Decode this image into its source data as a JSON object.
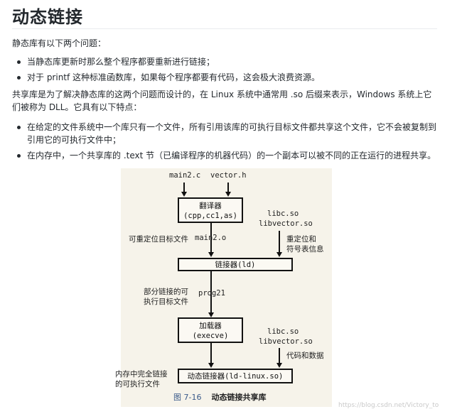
{
  "title": "动态链接",
  "intro": "静态库有以下两个问题：",
  "static_problems": [
    "当静态库更新时那么整个程序都要重新进行链接；",
    "对于 printf 这种标准函数库，如果每个程序都要有代码，这会极大浪费资源。"
  ],
  "shared_intro": "共享库是为了解决静态库的这两个问题而设计的，在 Linux 系统中通常用 .so 后缀来表示，Windows 系统上它们被称为 DLL。它具有以下特点：",
  "shared_features": [
    "在给定的文件系统中一个库只有一个文件，所有引用该库的可执行目标文件都共享这个文件，它不会被复制到引用它的可执行文件中；",
    "在内存中，一个共享库的 .text 节（已编译程序的机器代码）的一个副本可以被不同的正在运行的进程共享。"
  ],
  "figure": {
    "input_main": "main2.c",
    "input_header": "vector.h",
    "translator_label": "翻译器",
    "translator_tools": "(cpp,cc1,as)",
    "libs_top_1": "libc.so",
    "libs_top_2": "libvector.so",
    "relocatable_label": "可重定位目标文件",
    "relocatable_file": "main2.o",
    "reloc_info_1": "重定位和",
    "reloc_info_2": "符号表信息",
    "linker_label": "链接器(ld)",
    "partial_label_1": "部分链接的可",
    "partial_label_2": "执行目标文件",
    "partial_file": "prog21",
    "loader_label": "加载器",
    "loader_tools": "(execve)",
    "libs_bottom_1": "libc.so",
    "libs_bottom_2": "libvector.so",
    "code_data": "代码和数据",
    "full_label_1": "内存中完全链接",
    "full_label_2": "的可执行文件",
    "dyn_linker_label": "动态链接器(ld-linux.so)",
    "caption_number": "图 7-16",
    "caption_text": "动态链接共享库"
  },
  "watermark": "https://blog.csdn.net/Victory_to"
}
